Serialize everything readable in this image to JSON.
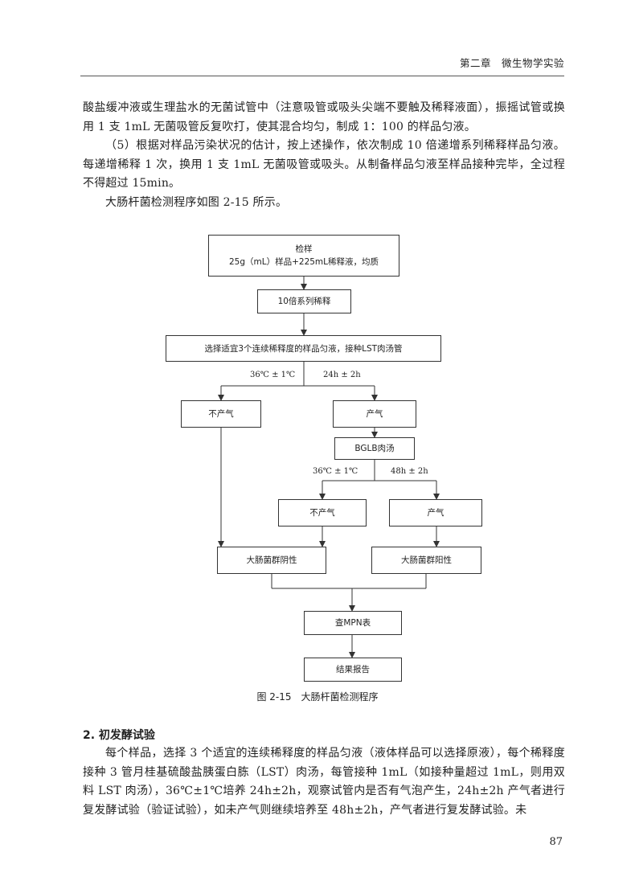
{
  "header": {
    "chapter": "第二章　微生物学实验"
  },
  "paragraphs": {
    "p1": "酸盐缓冲液或生理盐水的无菌试管中（注意吸管或吸头尖端不要触及稀释液面），振摇试管或换用 1 支 1mL 无菌吸管反复吹打，使其混合均匀，制成 1：100 的样品匀液。",
    "p2": "（5）根据对样品污染状况的估计，按上述操作，依次制成 10 倍递增系列稀释样品匀液。每递增稀释 1 次，换用 1 支 1mL 无菌吸管或吸头。从制备样品匀液至样品接种完毕，全过程不得超过 15min。",
    "p3": "大肠杆菌检测程序如图 2-15 所示。"
  },
  "flowchart": {
    "sample_title": "检样",
    "sample_detail": "25g（mL）样品+225mL稀释液，均质",
    "dilution": "10倍系列稀释",
    "inoculate": "选择适宜3个连续稀释度的样品匀液，接种LST肉汤管",
    "cond1_temp": "36℃ ± 1℃",
    "cond1_time": "24h ± 2h",
    "no_gas_1": "不产气",
    "gas_1": "产气",
    "bglb": "BGLB肉汤",
    "cond2_temp": "36℃ ± 1℃",
    "cond2_time": "48h ± 2h",
    "no_gas_2": "不产气",
    "gas_2": "产气",
    "negative": "大肠菌群阴性",
    "positive": "大肠菌群阳性",
    "mpn": "查MPN表",
    "report": "结果报告"
  },
  "figure_caption": "图 2-15　大肠杆菌检测程序",
  "section": {
    "title": "2. 初发酵试验",
    "body": "每个样品，选择 3 个适宜的连续稀释度的样品匀液（液体样品可以选择原液），每个稀释度接种 3 管月桂基硫酸盐胰蛋白胨（LST）肉汤，每管接种 1mL（如接种量超过 1mL，则用双料 LST 肉汤），36℃±1℃培养 24h±2h，观察试管内是否有气泡产生，24h±2h 产气者进行复发酵试验（验证试验），如未产气则继续培养至 48h±2h，产气者进行复发酵试验。未"
  },
  "page_number": "87"
}
